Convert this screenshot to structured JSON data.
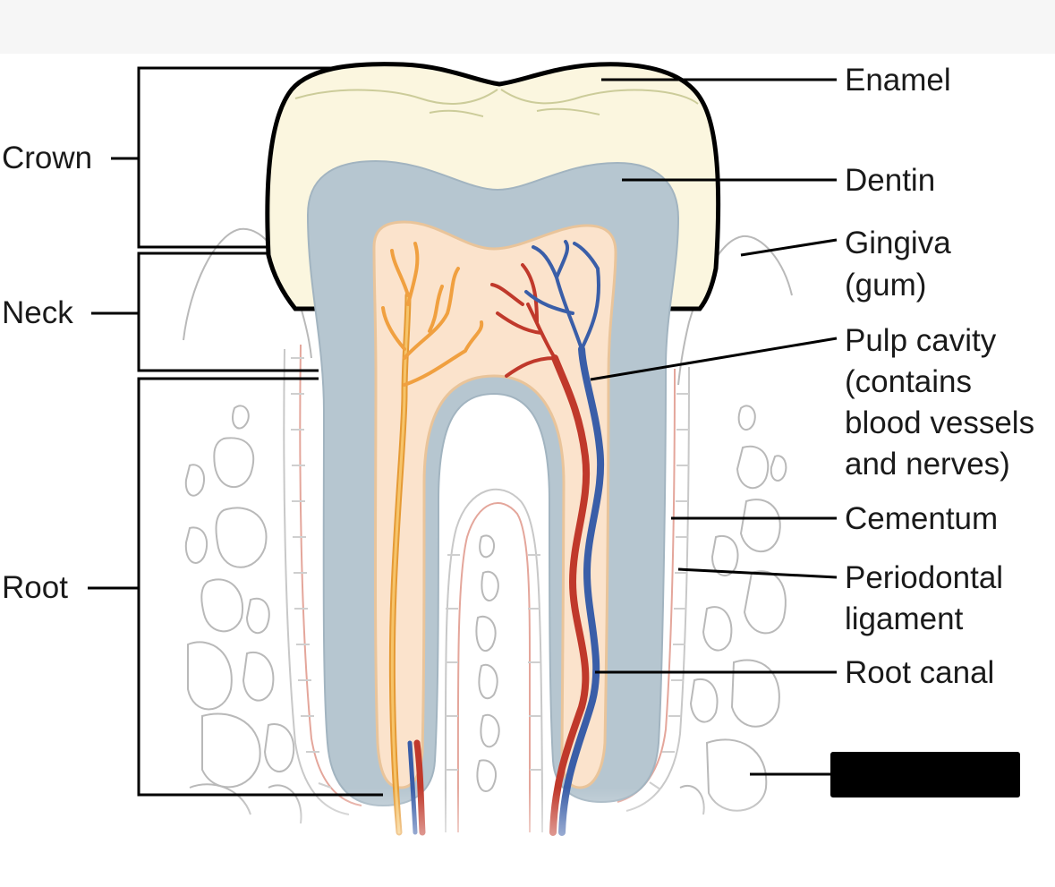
{
  "labels_right": {
    "enamel": "Enamel",
    "dentin": "Dentin",
    "gingiva": [
      "Gingiva",
      "(gum)"
    ],
    "pulp_cavity": [
      "Pulp cavity",
      "(contains",
      "blood vessels",
      "and nerves)"
    ],
    "cementum": "Cementum",
    "periodontal_ligament": [
      "Periodontal",
      "ligament"
    ],
    "root_canal": "Root canal"
  },
  "labels_left": {
    "crown": "Crown",
    "neck": "Neck",
    "root": "Root"
  },
  "colors": {
    "enamel": "#fbf6df",
    "dentin": "#b6c6d0",
    "pulp": "#fbe3cc",
    "nerve": "#f2a84a",
    "artery": "#c0392b",
    "vein": "#3a5ea8",
    "bone_line": "#b9b9b9",
    "redacted_box": "#000000"
  }
}
